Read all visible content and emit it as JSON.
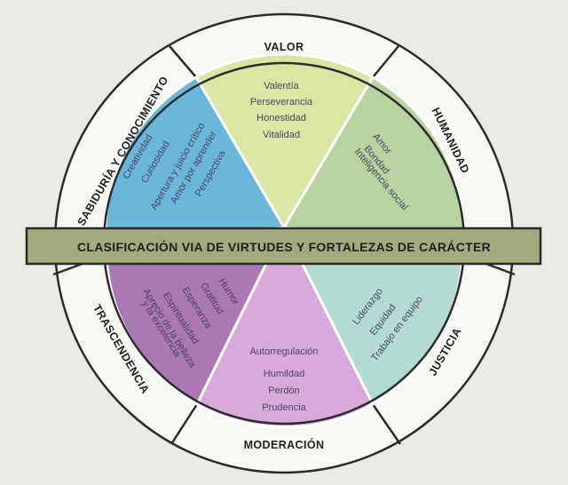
{
  "title": "CLASIFICACIÓN VIA DE VIRTUDES Y FORTALEZAS DE CARÁCTER",
  "colors": {
    "background": "#ebe9e3",
    "ring": "#f7f7f4",
    "outline": "#2b2b2b",
    "banner": "#a1ab7e",
    "valor": "#d9e6a4",
    "humanidad": "#b7d3a0",
    "justicia": "#b3dbd4",
    "moderacion": "#d9a9d9",
    "trascendencia": "#ab77b5",
    "sabiduria": "#6ab7d9"
  },
  "domains": {
    "valor": "VALOR",
    "humanidad": "HUMANIDAD",
    "justicia": "JUSTICIA",
    "moderacion": "MODERACIÓN",
    "trascendencia": "TRASCENDENCIA",
    "sabiduria": "SABIDURÍA Y CONOCIMIENTO"
  },
  "virtues": {
    "valor": [
      "Valentía",
      "Perseverancia",
      "Honestidad",
      "Vitalidad"
    ],
    "humanidad": [
      "Amor",
      "Bondad",
      "Inteligencia social"
    ],
    "justicia": [
      "Liderazgo",
      "Equidad",
      "Trabajo en equipo"
    ],
    "moderacion": [
      "Autorregulación",
      "Humildad",
      "Perdón",
      "Prudencia"
    ],
    "trascendencia": [
      "Humor",
      "Gratitud",
      "Esperanza",
      "Espiritualidad",
      "Aprecio de la belleza",
      "y la excelencia"
    ],
    "sabiduria": [
      "Creatividad",
      "Curiosidad",
      "Apertura y juicio crítico",
      "Amor por aprender",
      "Perspectiva"
    ]
  }
}
